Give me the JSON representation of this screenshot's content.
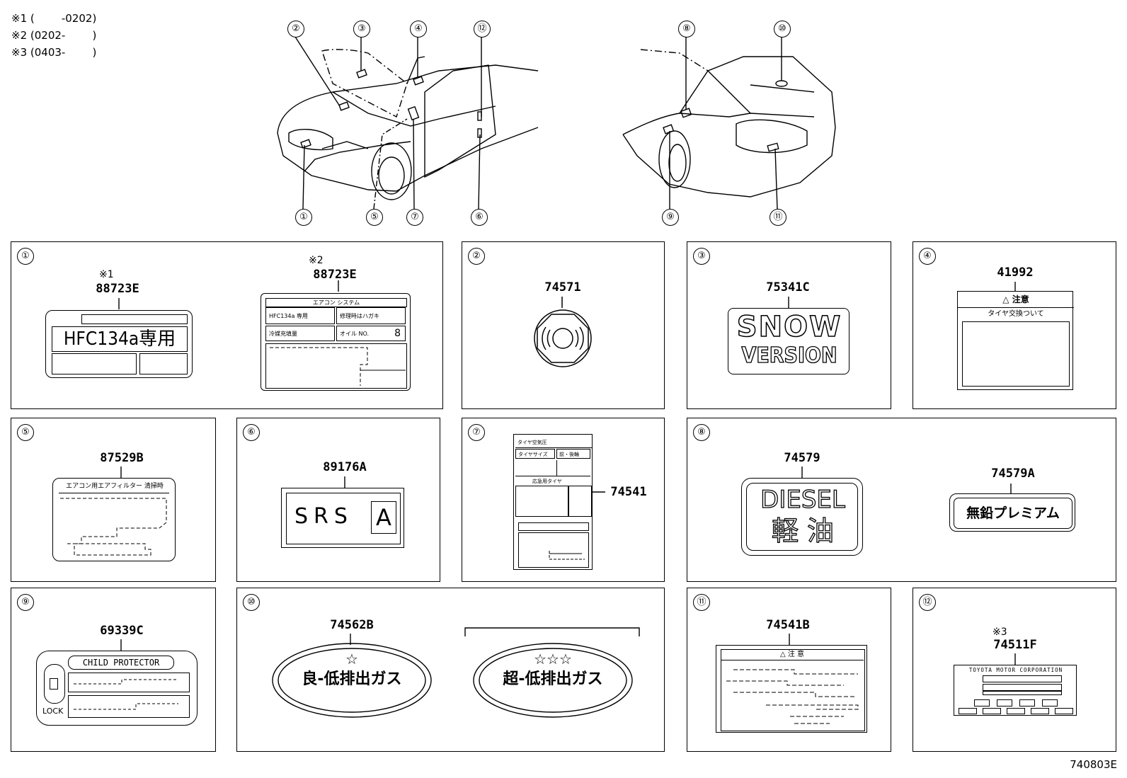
{
  "notes": [
    "※1 (        -0202)",
    "※2 (0202-        )",
    "※3 (0403-        )"
  ],
  "callouts": [
    "①",
    "②",
    "③",
    "④",
    "⑤",
    "⑥",
    "⑦",
    "⑧",
    "⑨",
    "⑩",
    "⑪",
    "⑫"
  ],
  "panels": {
    "p1": {
      "num": "①",
      "ref1": "※1",
      "part1": "88723E",
      "label1": "HFC134a専用",
      "ref2": "※2",
      "part2": "88723E",
      "mini_header": "エアコン システム",
      "mini_r1a": "HFC134a 専用",
      "mini_r1b": "修理時はハガキ",
      "mini_r2a": "冷媒充填量",
      "mini_r2b": "オイル NO.",
      "mini_r2c": "8"
    },
    "p2": {
      "num": "②",
      "part": "74571"
    },
    "p3": {
      "num": "③",
      "part": "75341C",
      "line1": "SNOW",
      "line2": "VERSION"
    },
    "p4": {
      "num": "④",
      "part": "41992",
      "head": "△ 注意",
      "sub": "タイヤ交換ついて"
    },
    "p5": {
      "num": "⑤",
      "part": "87529B",
      "head": "エアコン用エアフィルター 清掃時"
    },
    "p6": {
      "num": "⑥",
      "part": "89176A",
      "text": "SRS",
      "boxed": "A"
    },
    "p7": {
      "num": "⑦",
      "part": "74541",
      "r1": "タイヤ空気圧",
      "r2a": "タイヤサイズ",
      "r2b": "前・後輪",
      "r3": "応急用タイヤ"
    },
    "p8": {
      "num": "⑧",
      "part1": "74579",
      "line1": "DIESEL",
      "line2": "軽 油",
      "part2": "74579A",
      "label2": "無鉛プレミアム"
    },
    "p9": {
      "num": "⑨",
      "part": "69339C",
      "head": "CHILD PROTECTOR",
      "lock": "LOCK"
    },
    "p10": {
      "num": "⑩",
      "part": "74562B",
      "label1": "良-低排出ガス",
      "label2": "超-低排出ガス",
      "star1": "☆",
      "star2": "☆☆☆"
    },
    "p11": {
      "num": "⑪",
      "part": "74541B",
      "head": "△ 注 意"
    },
    "p12": {
      "num": "⑫",
      "ref": "※3",
      "part": "74511F",
      "head": "TOYOTA MOTOR CORPORATION"
    }
  },
  "footer": "740803E"
}
